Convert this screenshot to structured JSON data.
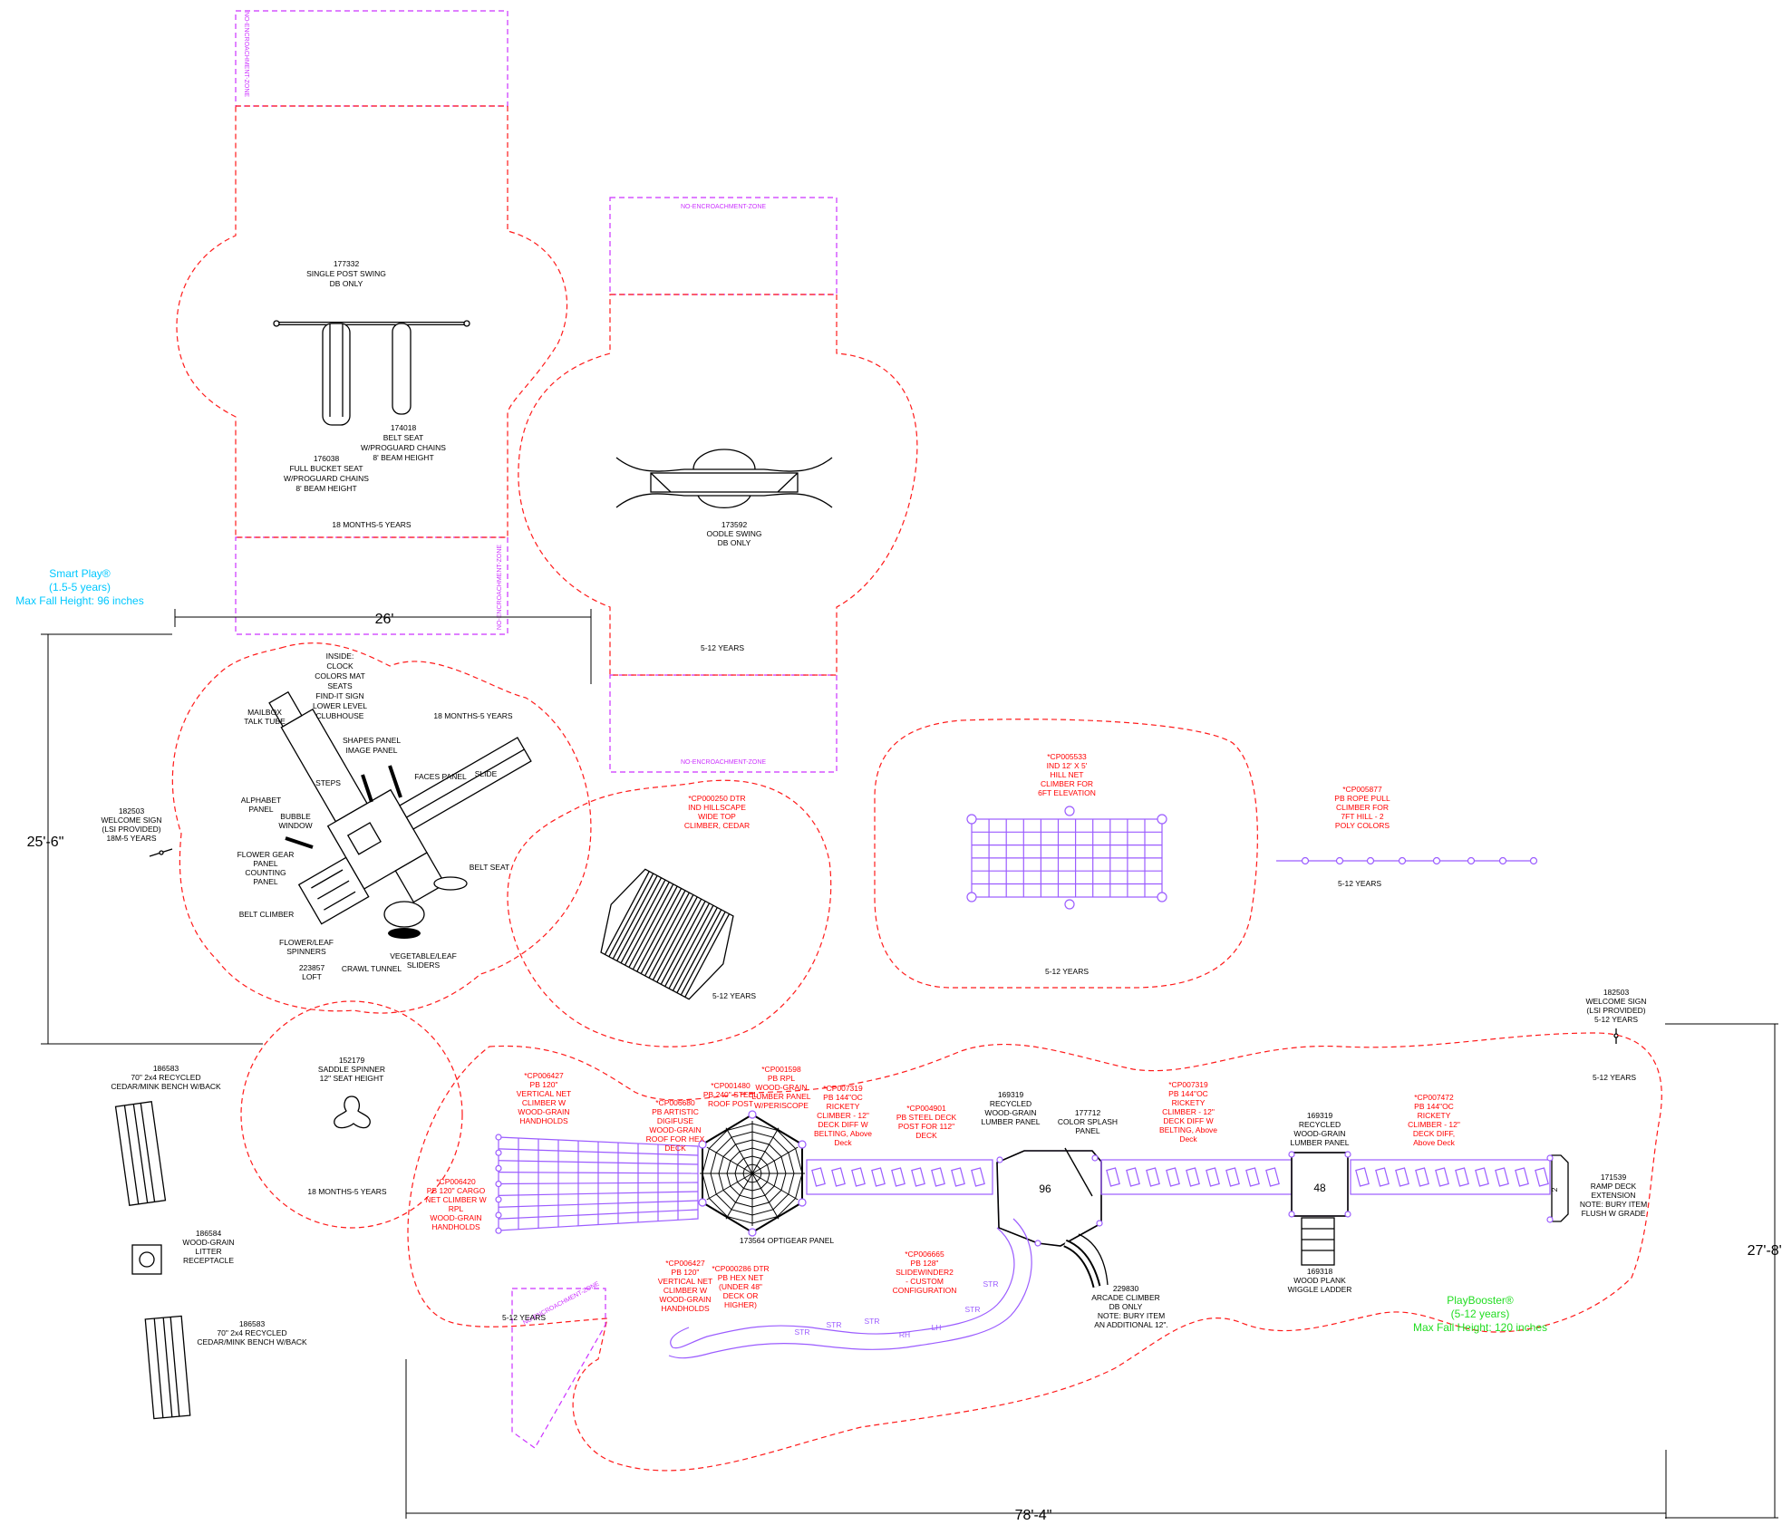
{
  "legend": {
    "smartplay": {
      "name": "Smart Play®",
      "ages": "(1.5-5 years)",
      "fall": "Max Fall Height: 96 inches"
    },
    "playbooster": {
      "name": "PlayBooster®",
      "ages": "(5-12 years)",
      "fall": "Max Fall Height: 120 inches"
    }
  },
  "dimensions": {
    "top_width": "26'",
    "left_height": "25'-6\"",
    "right_height": "27'-8\"",
    "bottom_width": "78'-4\""
  },
  "zones": {
    "nez_label": "NO-ENCROACHMENT-ZONE",
    "age_18m": "18 MONTHS-5 YEARS",
    "age_5_12": "5-12 YEARS"
  },
  "swing1": {
    "title": [
      "177332",
      "SINGLE POST SWING",
      "DB ONLY"
    ],
    "belt": [
      "174018",
      "BELT SEAT",
      "W/PROGUARD CHAINS",
      "8' BEAM HEIGHT"
    ],
    "bucket": [
      "176038",
      "FULL BUCKET SEAT",
      "W/PROGUARD CHAINS",
      "8' BEAM HEIGHT"
    ]
  },
  "oodle": [
    "173592",
    "OODLE SWING",
    "DB ONLY"
  ],
  "clubhouse": {
    "inside": [
      "INSIDE:",
      "CLOCK",
      "COLORS MAT",
      "SEATS",
      "FIND-IT SIGN",
      "LOWER LEVEL",
      "CLUBHOUSE"
    ],
    "mailbox": [
      "MAILBOX",
      "TALK TUBE"
    ],
    "shapes": [
      "SHAPES PANEL",
      "IMAGE PANEL"
    ],
    "faces": "FACES PANEL",
    "slide": "SLIDE",
    "steps": "STEPS",
    "alphabet": [
      "ALPHABET",
      "PANEL"
    ],
    "bubble": [
      "BUBBLE",
      "WINDOW"
    ],
    "flower_gear": [
      "FLOWER GEAR",
      "PANEL"
    ],
    "counting": [
      "COUNTING",
      "PANEL"
    ],
    "belt_seat": "BELT SEAT",
    "belt_climber": "BELT CLIMBER",
    "spinners": [
      "FLOWER/LEAF",
      "SPINNERS"
    ],
    "loft": [
      "223857",
      "LOFT"
    ],
    "crawl": "CRAWL TUNNEL",
    "sliders": [
      "VEGETABLE/LEAF",
      "SLIDERS"
    ]
  },
  "welcome_left": [
    "182503",
    "WELCOME SIGN",
    "(LSI PROVIDED)",
    "18M-5 YEARS"
  ],
  "welcome_right": [
    "182503",
    "WELCOME SIGN",
    "(LSI PROVIDED)",
    "5-12 YEARS"
  ],
  "hillscape": [
    "*CP000250 DTR",
    "IND HILLSCAPE",
    "WIDE TOP",
    "CLIMBER, CEDAR"
  ],
  "hillnet": [
    "*CP005533",
    "IND 12' X 5'",
    "HILL NET",
    "CLIMBER FOR",
    "6FT ELEVATION"
  ],
  "ropepull": [
    "*CP005877",
    "PB ROPE PULL",
    "CLIMBER FOR",
    "7FT HILL - 2",
    "POLY COLORS"
  ],
  "saddle": [
    "152179",
    "SADDLE SPINNER",
    "12\" SEAT HEIGHT"
  ],
  "bench1": [
    "186583",
    "70\" 2x4 RECYCLED",
    "CEDAR/MINK BENCH W/BACK"
  ],
  "litter": [
    "186584",
    "WOOD-GRAIN",
    "LITTER",
    "RECEPTACLE"
  ],
  "bench2": [
    "186583",
    "70\" 2x4 RECYCLED",
    "CEDAR/MINK BENCH W/BACK"
  ],
  "pb": {
    "cp006427a": [
      "*CP006427",
      "PB 120\"",
      "VERTICAL NET",
      "CLIMBER W",
      "WOOD-GRAIN",
      "HANDHOLDS"
    ],
    "cp006680": [
      "*CP006680",
      "PB ARTISTIC",
      "DIGIFUSE",
      "WOOD-GRAIN",
      "ROOF FOR HEX",
      "DECK"
    ],
    "cp001480": [
      "*CP001480",
      "PB 240\" STEEL",
      "ROOF POST"
    ],
    "cp001598": [
      "*CP001598",
      "PB RPL",
      "WOOD-GRAIN",
      "LUMBER PANEL",
      "W/PERISCOPE"
    ],
    "cp007319a": [
      "*CP007319",
      "PB 144\"OC",
      "RICKETY",
      "CLIMBER - 12\"",
      "DECK DIFF W",
      "BELTING, Above",
      "Deck"
    ],
    "cp004901": [
      "*CP004901",
      "PB STEEL DECK",
      "POST FOR 112\"",
      "DECK"
    ],
    "p169319a": [
      "169319",
      "RECYCLED",
      "WOOD-GRAIN",
      "LUMBER PANEL"
    ],
    "p177712": [
      "177712",
      "COLOR SPLASH",
      "PANEL"
    ],
    "cp007319b": [
      "*CP007319",
      "PB 144\"OC",
      "RICKETY",
      "CLIMBER - 12\"",
      "DECK DIFF W",
      "BELTING, Above",
      "Deck"
    ],
    "p169319b": [
      "169319",
      "RECYCLED",
      "WOOD-GRAIN",
      "LUMBER PANEL"
    ],
    "cp007472": [
      "*CP007472",
      "PB 144\"OC",
      "RICKETY",
      "CLIMBER - 12\"",
      "DECK DIFF,",
      "Above Deck"
    ],
    "p171539": [
      "171539",
      "RAMP DECK",
      "EXTENSION",
      "NOTE: BURY ITEM",
      "FLUSH W GRADE"
    ],
    "cp006420": [
      "*CP006420",
      "PB 120\" CARGO",
      "NET CLIMBER W",
      "RPL",
      "WOOD-GRAIN",
      "HANDHOLDS"
    ],
    "p173564": "173564 OPTIGEAR PANEL",
    "cp006427b": [
      "*CP006427",
      "PB 120\"",
      "VERTICAL NET",
      "CLIMBER W",
      "WOOD-GRAIN",
      "HANDHOLDS"
    ],
    "cp000286": [
      "*CP000286 DTR",
      "PB HEX NET",
      "(UNDER 48\"",
      "DECK OR",
      "HIGHER)"
    ],
    "cp006665": [
      "*CP006665",
      "PB 128\"",
      "SLIDEWINDER2",
      "- CUSTOM",
      "CONFIGURATION"
    ],
    "p229830": [
      "229830",
      "ARCADE CLIMBER",
      "DB ONLY",
      "NOTE: BURY ITEM",
      "AN ADDITIONAL 12\"."
    ],
    "p169318": [
      "169318",
      "WOOD PLANK",
      "WIGGLE LADDER"
    ],
    "deck96": "96",
    "deck48": "48",
    "ramp2": "2",
    "slide_labels": [
      "STR",
      "STR",
      "LH",
      "RH",
      "STR",
      "STR",
      "STR"
    ]
  }
}
